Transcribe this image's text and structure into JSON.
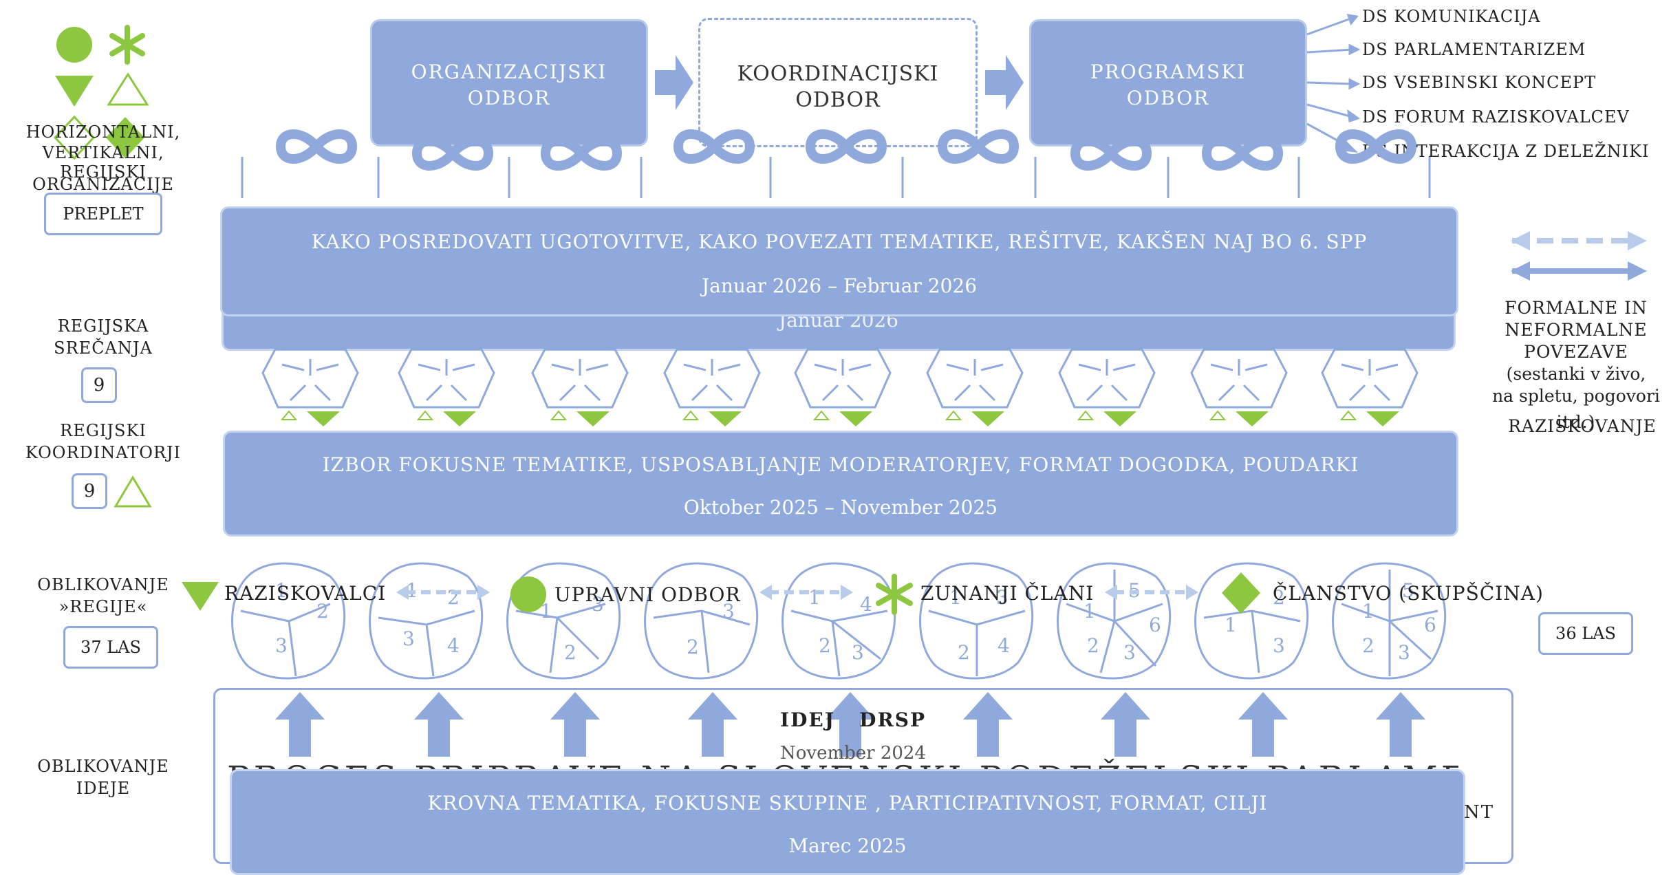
{
  "top_boxes": {
    "organizacijski": "ORGANIZACIJSKI ODBOR",
    "koordinacijski": "KOORDINACIJSKI ODBOR",
    "programski": "PROGRAMSKI ODBOR"
  },
  "ds_list": [
    "DS KOMUNIKACIJA",
    "DS PARLAMENTARIZEM",
    "DS VSEBINSKI KONCEPT",
    "DS FORUM RAZISKOVALCEV",
    "DS INTERAKCIJA Z DELEŽNIKI"
  ],
  "left_labels": {
    "top_overlap_1": "HORIZONTALNI,",
    "top_overlap_2": "VERTIKALNI,",
    "top_overlap_3": "REGIJSKI",
    "top_overlap_4": "ORGANIZACIJE",
    "preplet": "PREPLET",
    "regijska_srecanja_1": "REGIJSKA",
    "regijska_srecanja_2": "SREČANJA",
    "regijska_count": "9",
    "regijski_koord_1": "REGIJSKI",
    "regijski_koord_2": "KOORDINATORJI",
    "koord_count": "9",
    "oblikovanje_regije_1": "OBLIKOVANJE",
    "oblikovanje_regije_2": "»REGIJE«",
    "las_left": "37 LAS",
    "oblikovanje_ideje_1": "OBLIKOVANJE",
    "oblikovanje_ideje_2": "IDEJE"
  },
  "right_labels": {
    "formalne_1": "FORMALNE IN",
    "formalne_2": "NEFORMALNE",
    "formalne_3": "POVEZAVE",
    "formalne_4": "(sestanki v živo,",
    "formalne_5": "na spletu, pogovori",
    "formalne_6": "itd.)",
    "raziskovanje": "RAZISKOVANJE",
    "las_right": "36 LAS"
  },
  "bands": {
    "b1_title": "KAKO POSREDOVATI UGOTOVITVE, KAKO POVEZATI TEMATIKE, REŠITVE, KAKŠEN NAJ BO 6. SPP",
    "b1_date": "Januar 2026 – Februar 2026",
    "b1_under": "Januar 2026",
    "b2_title": "IZBOR FOKUSNE TEMATIKE, USPOSABLJANJE MODERATORJEV, FORMAT DOGODKA, POUDARKI",
    "b2_date": "Oktober 2025 – November 2025",
    "b3_title": "KROVNA TEMATIKA, FOKUSNE SKUPINE , PARTICIPATIVNOST, FORMAT, CILJI",
    "b3_date": "Marec 2025"
  },
  "bottom_frame": {
    "idej_drsp": "IDEJ   DRSP",
    "november_2024": "November 2024",
    "big_title": "PROCES PRIPRAVE NA SLOVENSKI PODEŽELSKI PARLAMENT",
    "nt": "NT"
  },
  "legend": {
    "raziskovalci": "RAZISKOVALCI",
    "upravni_odbor": "UPRAVNI ODBOR",
    "zunanji_clani": "ZUNANJI ČLANI",
    "clanstvo": "ČLANSTVO (SKUPŠČINA)"
  },
  "colors": {
    "blue": "#8fa9dc",
    "light_blue": "#b9cbeb",
    "green": "#8dc63f"
  }
}
